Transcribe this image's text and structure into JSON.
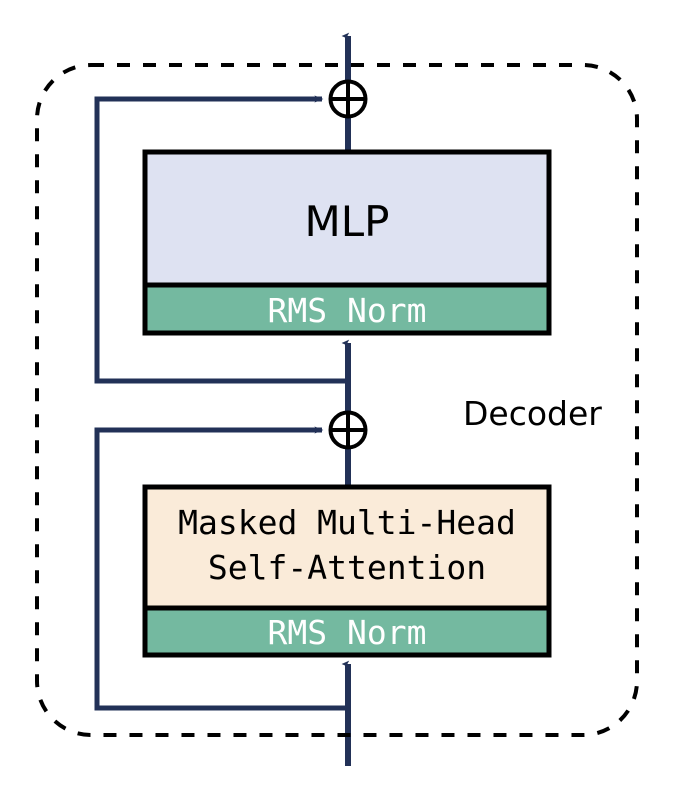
{
  "diagram": {
    "title_label": "Decoder",
    "colors": {
      "mlp_fill": "#dee2f2",
      "norm_fill": "#74b9a0",
      "attention_fill": "#faebd9",
      "block_stroke": "#000000",
      "wire": "#223157",
      "border": "#000000",
      "norm_text": "#ffffff",
      "block_text": "#000000",
      "background": "#ffffff"
    },
    "container": {
      "name": "decoder-boundary",
      "style": "dashed-rounded-rectangle"
    },
    "blocks": [
      {
        "id": "mlp",
        "label": "MLP",
        "fill_key": "mlp_fill",
        "font": "sans"
      },
      {
        "id": "mlp-norm",
        "label": "RMS Norm",
        "fill_key": "norm_fill",
        "font": "mono"
      },
      {
        "id": "attention",
        "label_line1": "Masked Multi-Head",
        "label_line2": "Self-Attention",
        "fill_key": "attention_fill",
        "font": "mono"
      },
      {
        "id": "attention-norm",
        "label": "RMS Norm",
        "fill_key": "norm_fill",
        "font": "mono"
      }
    ],
    "operators": [
      {
        "id": "add-top",
        "symbol": "+",
        "name": "residual-add-mlp"
      },
      {
        "id": "add-bottom",
        "symbol": "+",
        "name": "residual-add-attention"
      }
    ],
    "connections": [
      {
        "id": "input-arrow",
        "from": "input",
        "to": "attention-norm"
      },
      {
        "id": "attn-to-add",
        "from": "attention",
        "to": "add-bottom"
      },
      {
        "id": "attn-residual",
        "from": "input",
        "to": "add-bottom"
      },
      {
        "id": "add-to-mlp-norm",
        "from": "add-bottom",
        "to": "mlp-norm"
      },
      {
        "id": "mlp-to-add",
        "from": "mlp",
        "to": "add-top"
      },
      {
        "id": "mlp-residual",
        "from": "add-bottom",
        "to": "add-top"
      },
      {
        "id": "output-arrow",
        "from": "add-top",
        "to": "output"
      }
    ]
  }
}
